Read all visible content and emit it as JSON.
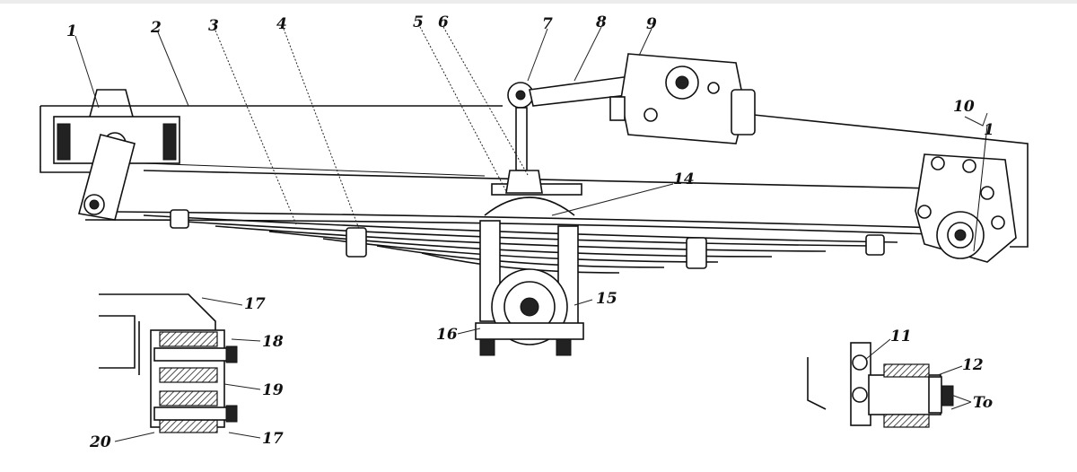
{
  "callouts": {
    "c1": "1",
    "c2": "2",
    "c3": "3",
    "c4": "4",
    "c5": "5",
    "c6": "6",
    "c7": "7",
    "c8": "8",
    "c9": "9",
    "c10": "10",
    "c11": "11",
    "c12": "12",
    "c14": "14",
    "c15": "15",
    "c16": "16",
    "c17a": "17",
    "c17b": "17",
    "c18": "18",
    "c19": "19",
    "c20": "20",
    "c_right": "1",
    "c_to": "To"
  }
}
